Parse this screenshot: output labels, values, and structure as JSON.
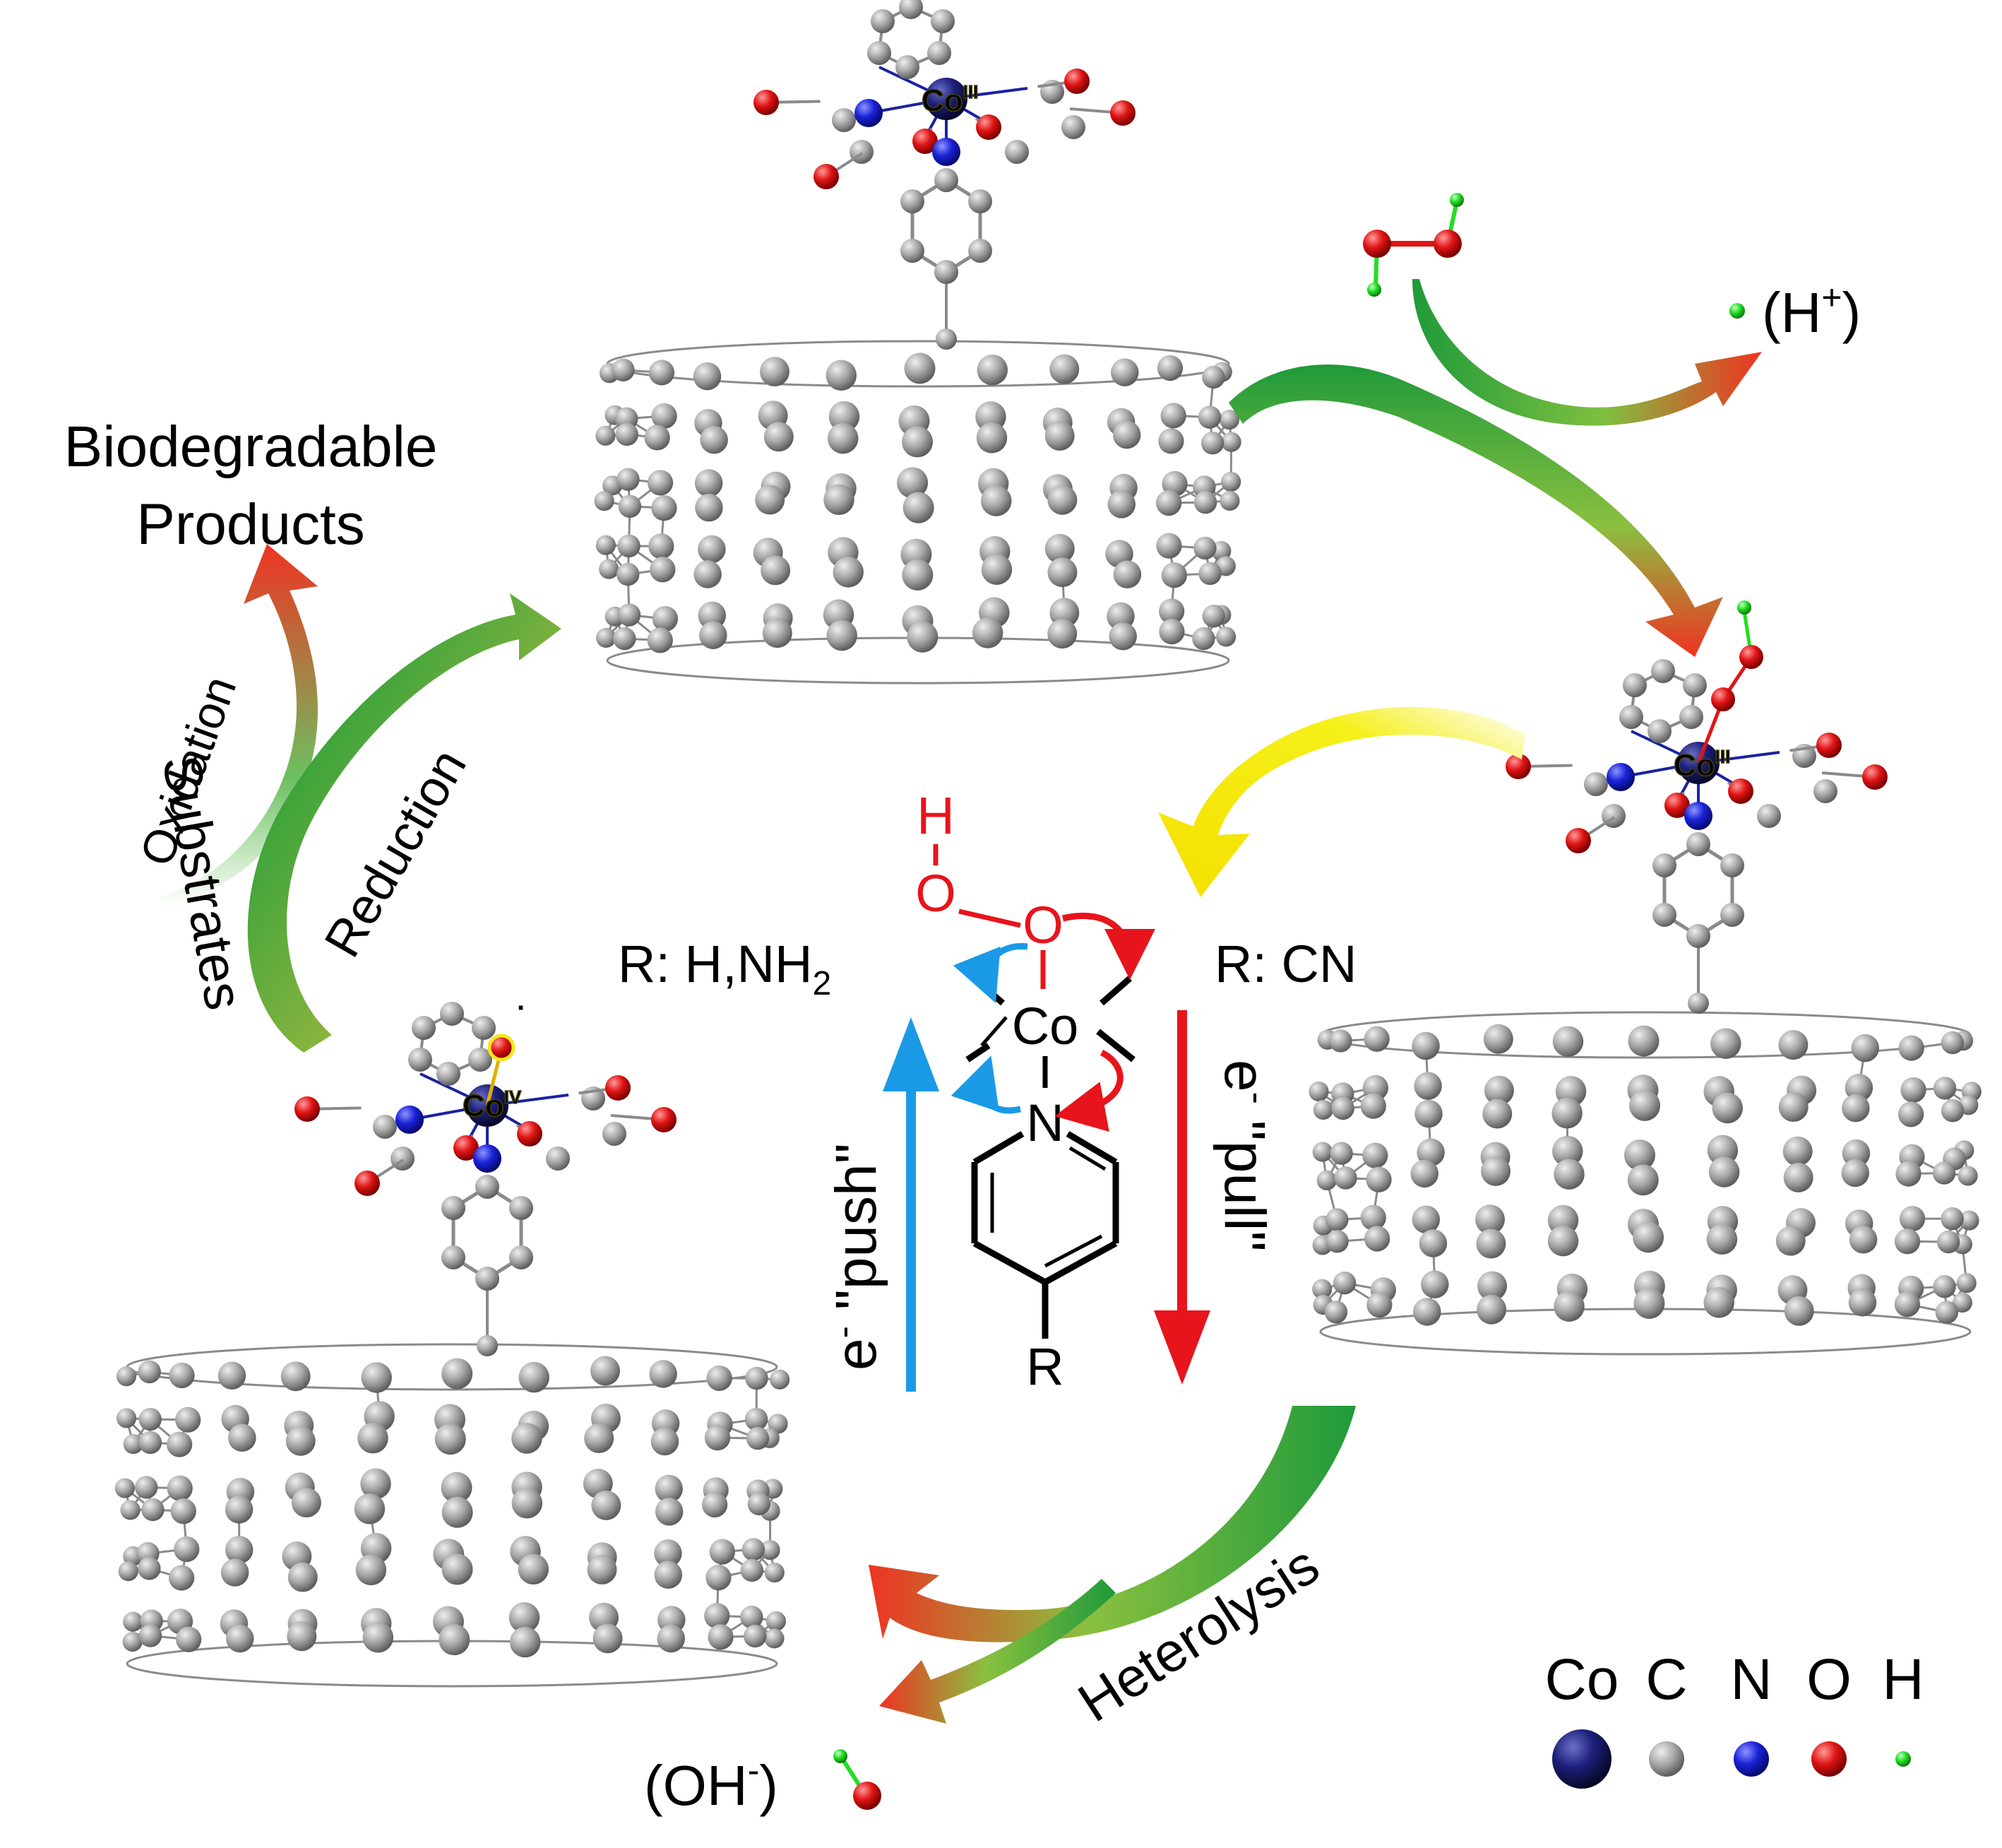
{
  "labels": {
    "biodegradable_line1": "Biodegradable",
    "biodegradable_line2": "Products",
    "oxidation": "Oxidation",
    "reduction": "Reduction",
    "substrates": "Substrates",
    "h_plus": "(H",
    "h_plus_sup": "+",
    "h_plus_close": ")",
    "oh_minus": "(OH",
    "oh_minus_sup": "-",
    "oh_minus_close": ")",
    "heterolysis": "Heterolysis",
    "r_left_prefix": "R: H,NH",
    "r_left_sub": "2",
    "r_right": "R: CN",
    "push_e": "e",
    "push_sup": "-",
    "push_word": " \"push\"",
    "pull_e": "e",
    "pull_sup": "-",
    "pull_word": " \"pull\""
  },
  "metal_labels": {
    "top": "Co",
    "top_sup": "III",
    "right": "Co",
    "right_sup": "III",
    "left": "Co",
    "left_sup": "IV",
    "left_radical": "·"
  },
  "structure": {
    "atom_H": "H",
    "atom_O1": "O",
    "atom_O2": "O",
    "atom_Co": "Co",
    "atom_N": "N",
    "atom_R": "R"
  },
  "legend": {
    "items": [
      {
        "label": "Co",
        "color": "#1c1f7a"
      },
      {
        "label": "C",
        "color": "#9a9a9a"
      },
      {
        "label": "N",
        "color": "#1a22d8"
      },
      {
        "label": "O",
        "color": "#e01515"
      },
      {
        "label": "H",
        "color": "#22dd22"
      }
    ]
  },
  "colors": {
    "carbon": "#9a9a9a",
    "cobalt": "#1c1f7a",
    "nitrogen": "#1a22d8",
    "oxygen": "#e01515",
    "hydrogen": "#22dd22",
    "label_yellow": "#f4e81c",
    "push_blue": "#1a9ae6",
    "pull_red": "#e8141c",
    "arrow_green": "#1f9a3a",
    "arrow_red": "#ee3322",
    "arrow_yellow": "#f5f01a"
  }
}
